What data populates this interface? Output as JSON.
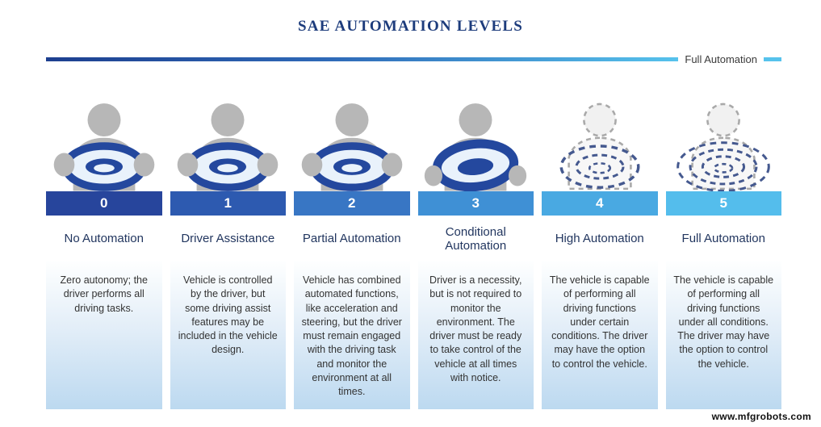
{
  "header": {
    "title": "SAE AUTOMATION LEVELS",
    "scale_label": "Full Automation"
  },
  "levels": [
    {
      "number": "0",
      "name": "No Automation",
      "description": "Zero autonomy; the driver performs all driving tasks.",
      "band_color": "#27459c",
      "icon": "driver-hands-on-wheel"
    },
    {
      "number": "1",
      "name": "Driver Assistance",
      "description": "Vehicle is controlled by the driver, but some driving assist features may be included in the vehicle design.",
      "band_color": "#2d5ab0",
      "icon": "driver-hands-on-wheel"
    },
    {
      "number": "2",
      "name": "Partial Automation",
      "description": "Vehicle has combined automated functions, like acceleration and steering, but the driver must remain engaged with the driving task and monitor the environment at all times.",
      "band_color": "#3876c4",
      "icon": "driver-hands-on-wheel"
    },
    {
      "number": "3",
      "name": "Conditional Automation",
      "description": "Driver is a necessity, but is not required to monitor the environment. The driver must be ready to take control of the vehicle at all times with notice.",
      "band_color": "#3f90d5",
      "icon": "driver-hands-off-wheel"
    },
    {
      "number": "4",
      "name": "High Automation",
      "description": "The vehicle is capable of performing all driving functions under certain conditions. The driver may have the option to control the vehicle.",
      "band_color": "#49a9e2",
      "icon": "autonomous-dashed-driver"
    },
    {
      "number": "5",
      "name": "Full Automation",
      "description": "The vehicle is capable of performing all driving functions under all conditions. The driver may have the option to control the vehicle.",
      "band_color": "#54bdec",
      "icon": "autonomous-dashed-driver-full"
    }
  ],
  "colors": {
    "title_text": "#1d3c7c",
    "timeline_start": "#1d3f8f",
    "timeline_end": "#56c2ec",
    "wheel_blue": "#24489e",
    "desc_box_bottom": "#bcd9f0"
  },
  "footer": {
    "watermark": "www.mfgrobots.com"
  }
}
